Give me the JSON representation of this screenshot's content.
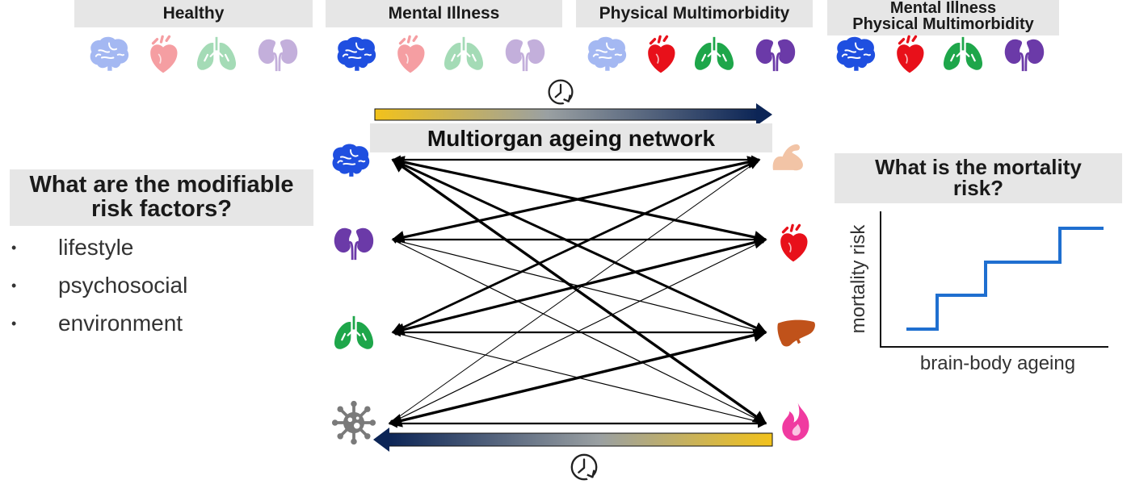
{
  "groups": [
    {
      "label": "Healthy"
    },
    {
      "label": "Mental Illness"
    },
    {
      "label": "Physical Multimorbidity"
    },
    {
      "label_line1": "Mental Illness",
      "label_line2": "Physical Multimorbidity"
    }
  ],
  "group_icons": [
    "brain-icon",
    "heart-icon",
    "lungs-icon",
    "kidneys-icon"
  ],
  "network": {
    "title": "Multiorgan ageing network",
    "left_nodes": [
      "brain-icon",
      "kidneys-icon",
      "lungs-icon",
      "virus-icon"
    ],
    "right_nodes": [
      "muscle-icon",
      "heart-icon",
      "liver-icon",
      "fat-icon"
    ]
  },
  "left_panel": {
    "question_line1": "What are the modifiable",
    "question_line2": "risk factors?",
    "factors": [
      "lifestyle",
      "psychosocial",
      "environment"
    ]
  },
  "right_panel": {
    "question_line1": "What is the mortality",
    "question_line2": "risk?",
    "chart": {
      "type": "step",
      "xlabel": "brain-body ageing",
      "ylabel": "mortality risk"
    }
  },
  "colors": {
    "brain": "#1f4fe0",
    "heart": "#e8101a",
    "lungs": "#1ea64a",
    "kidneys": "#6b3aa8",
    "muscle": "#f2c4a6",
    "liver": "#c0521a",
    "fat": "#f03aa0",
    "virus": "#7a7a7a",
    "step_line": "#1f6fd0",
    "arrow_gold": "#f2c21b",
    "arrow_navy": "#0c2556"
  }
}
